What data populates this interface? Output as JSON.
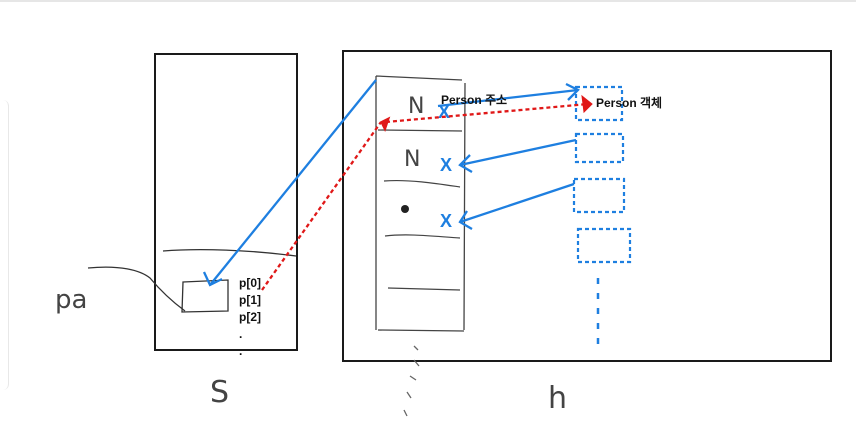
{
  "labels": {
    "pa": "pa",
    "stack": "S",
    "heap": "h",
    "p0": "p[0]",
    "p1": "p[1]",
    "p2": "p[2]",
    "dot1": ".",
    "dot2": ".",
    "person_address": "Person 주소",
    "person_object": "Person 객체",
    "cell1": "N",
    "cell2": "N",
    "x1": "X",
    "x2": "X",
    "x3": "X"
  },
  "colors": {
    "line": "#1a1a1a",
    "blue": "#1e7fe0",
    "red": "#e01818"
  }
}
